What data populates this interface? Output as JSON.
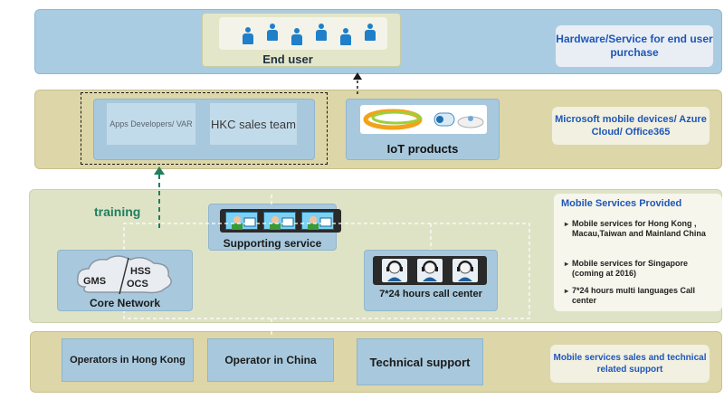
{
  "layers": {
    "end_user": {
      "label": "End user",
      "side_label": "Hardware/Service for end user purchase"
    },
    "partners": {
      "apps_box": "Apps Developers/ VAR",
      "sales_box": "HKC sales team",
      "iot_label": "IoT products",
      "side_label": "Microsoft mobile devices/  Azure Cloud/ Office365"
    },
    "services": {
      "supporting_service": "Supporting service",
      "core_network": "Core Network",
      "core_cloud_text": [
        "GMS",
        "HSS",
        "OCS"
      ],
      "call_center": "7*24 hours call center",
      "training": "training",
      "side_title": "Mobile Services Provided",
      "side_items": [
        "Mobile services for Hong Kong , Macau,Taiwan and Mainland China",
        "Mobile services for Singapore (coming at 2016)",
        "7*24 hours multi languages Call center"
      ]
    },
    "foundation": {
      "operators_hk": "Operators in Hong Kong",
      "operator_cn": "Operator in China",
      "tech_support": "Technical support",
      "side_label": "Mobile services sales and technical related support"
    }
  },
  "colors": {
    "band_blue": "#a9cce3",
    "band_khaki": "#ddd6a8",
    "band_sage": "#dfe3c6",
    "box_blue": "#a8c9dd",
    "accent_blue_text": "#1f56b8",
    "training_green": "#1f7f5f",
    "person_icon": "#1f7fc9"
  }
}
